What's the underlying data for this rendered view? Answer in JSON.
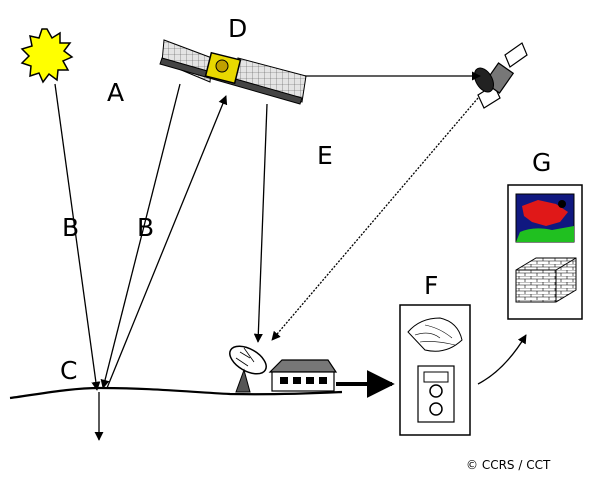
{
  "labels": {
    "a": "A",
    "b_sun": "B",
    "b_sat": "B",
    "c": "C",
    "d": "D",
    "e": "E",
    "f": "F",
    "g": "G"
  },
  "copyright": "© CCRS / CCT",
  "colors": {
    "sun": "#ffff00",
    "satellite_panel": "#d8d8d8",
    "satellite_body": "#e8d800",
    "map_land": "#e01818",
    "map_water": "#101880",
    "map_green": "#20c020"
  }
}
